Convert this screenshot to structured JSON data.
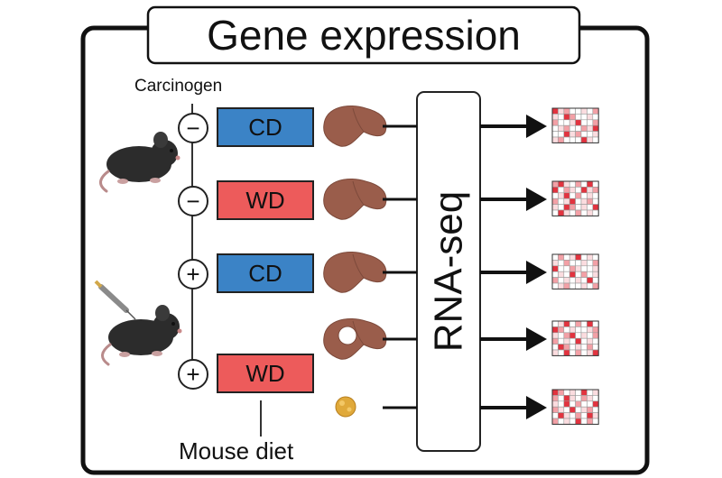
{
  "header": {
    "title": "Gene expression"
  },
  "labels": {
    "carcinogen": "Carcinogen",
    "mouse_diet": "Mouse diet",
    "rnaseq": "RNA-seq"
  },
  "groups": [
    {
      "sign": "−",
      "diet": "CD",
      "tissue": "liver"
    },
    {
      "sign": "−",
      "diet": "WD",
      "tissue": "liver"
    },
    {
      "sign": "+",
      "diet": "CD",
      "tissue": "liver"
    },
    {
      "sign": "+",
      "diet": "WD",
      "tissue": "liver with tumor"
    },
    {
      "sign": "",
      "diet": "",
      "tissue": "tumor"
    }
  ],
  "colors": {
    "cd": "#3b83c6",
    "wd": "#ed5b5b",
    "liver": "#9a5d4b",
    "tumor": "#e0a93a",
    "mouse": "#2c2c2c",
    "heat_high": "#e2333f",
    "heat_mid": "#f3a0a6",
    "heat_low": "#fbdcdf"
  }
}
